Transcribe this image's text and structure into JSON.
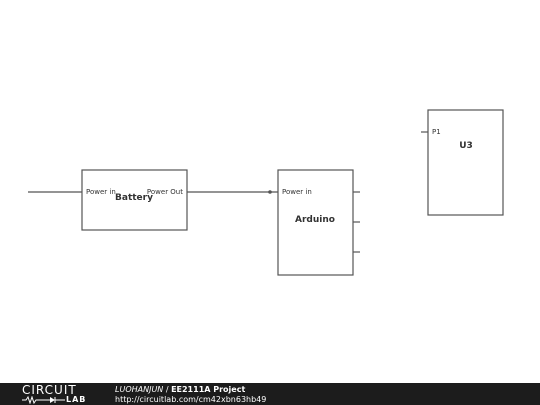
{
  "blocks": {
    "battery": {
      "title": "Battery",
      "pin_in": "Power in",
      "pin_out": "Power Out"
    },
    "arduino": {
      "title": "Arduino",
      "pin_in": "Power in"
    },
    "u3": {
      "title": "U3",
      "pin_p1": "P1"
    }
  },
  "footer": {
    "logo_top": "CIRCUIT",
    "logo_bottom": "LAB",
    "author": "LUOHANJUN",
    "separator": " / ",
    "project": "EE2111A Project",
    "url": "http://circuitlab.com/cm42xbn63hb49"
  },
  "colors": {
    "stroke": "#555555",
    "footer_bg": "#1c1c1c"
  }
}
